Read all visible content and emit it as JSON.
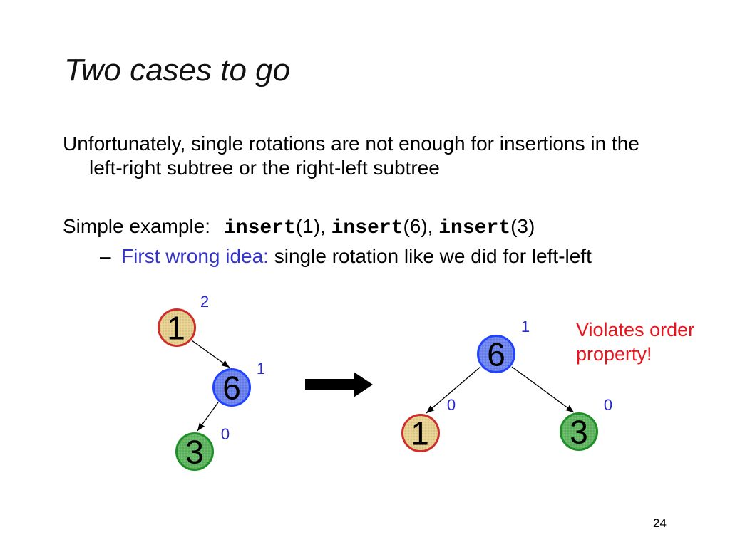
{
  "slide": {
    "title": "Two cases to go",
    "page_number": "24"
  },
  "body": {
    "paragraph": "Unfortunately, single rotations are not enough for insertions in the left-right subtree or the right-left subtree",
    "example": {
      "prefix": "Simple example:",
      "calls": [
        {
          "name": "insert",
          "arg": "(1),"
        },
        {
          "name": "insert",
          "arg": "(6),"
        },
        {
          "name": "insert",
          "arg": "(3)"
        }
      ]
    },
    "sub_bullet": {
      "marker": "–",
      "highlight": "First wrong idea:",
      "text": "single rotation like we did for left-left"
    }
  },
  "diagram": {
    "before": {
      "root": {
        "key": "1",
        "height": "2"
      },
      "right": {
        "key": "6",
        "height": "1"
      },
      "right_left": {
        "key": "3",
        "height": "0"
      }
    },
    "after": {
      "root": {
        "key": "6",
        "height": "1"
      },
      "left": {
        "key": "1",
        "height": "0"
      },
      "right": {
        "key": "3",
        "height": "0"
      }
    },
    "annotation": "Violates order property!"
  },
  "colors": {
    "text": "#000000",
    "highlight_blue": "#3333cc",
    "height_label_blue": "#2a2ad0",
    "annotation_red": "#e8141c",
    "node_fill": {
      "1": "#e6d18f",
      "6": "#6c83ee",
      "3": "#62b862"
    },
    "node_stroke": {
      "1": "#cf2f2a",
      "6": "#2143ff",
      "3": "#1f8f28"
    }
  }
}
